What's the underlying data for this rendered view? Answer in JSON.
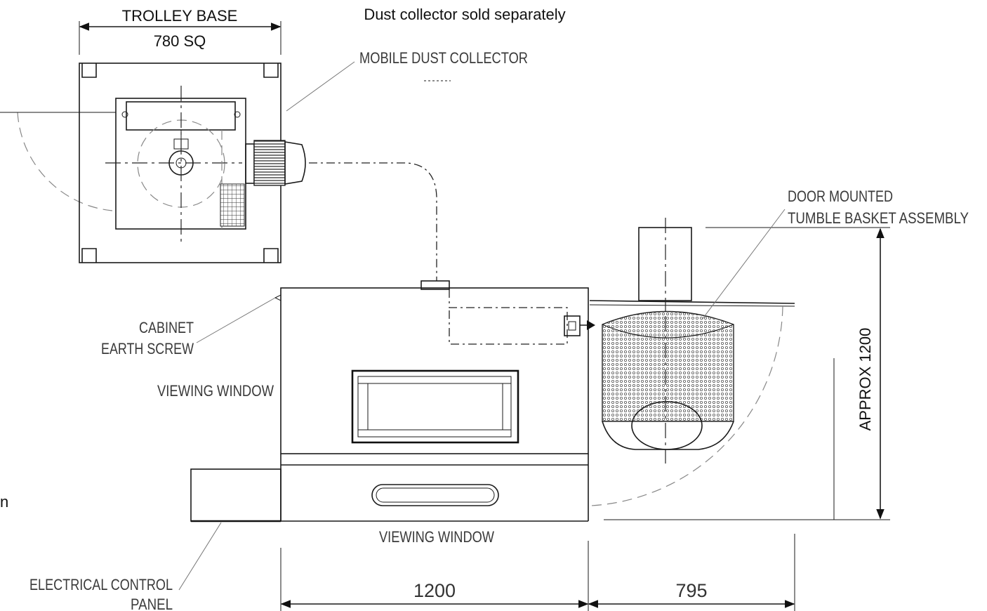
{
  "labels": {
    "trolley_base": "TROLLEY BASE",
    "trolley_dim": "780 SQ",
    "note": "Dust collector sold separately",
    "mobile_dust_collector": "MOBILE DUST COLLECTOR",
    "door_mounted_1": "DOOR MOUNTED",
    "door_mounted_2": "TUMBLE BASKET ASSEMBLY",
    "cabinet_1": "CABINET",
    "cabinet_2": "EARTH SCREW",
    "viewing_window_left": "VIEWING WINDOW",
    "viewing_window_bottom": "VIEWING WINDOW",
    "electrical_1": "ELECTRICAL CONTROL",
    "electrical_2": "PANEL",
    "approx_height": "APPROX 1200",
    "width_cabinet": "1200",
    "width_door": "795",
    "stray_char": "n"
  }
}
